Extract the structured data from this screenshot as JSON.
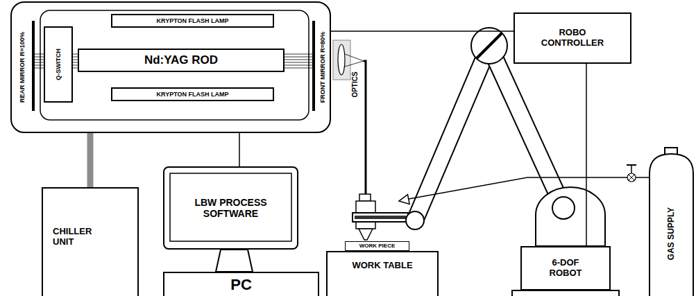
{
  "diagram": {
    "nodes": [
      {
        "text": [
          "REAR MIRROR R=100%",
          "FRONT MIRROR R=80%"
        ]
      },
      {
        "text": [
          "Q-SWITCH"
        ],
        "in": 0
      },
      {
        "text": [
          "KRYPTON FLASH LAMP"
        ],
        "in": 0
      },
      {
        "text": [
          "Nd:YAG ROD"
        ],
        "in": 0
      },
      {
        "text": [
          "KRYPTON FLASH LAMP"
        ],
        "in": 0
      },
      {
        "text": [
          "ROBO CONTROLLER"
        ]
      },
      {
        "text": [
          "CHILLER UNIT"
        ]
      },
      {
        "text": [
          "LBW PROCESS SOFTWARE"
        ]
      },
      {
        "text": [
          "PC"
        ]
      },
      {
        "text": [
          "WORK PIECE"
        ]
      },
      {
        "text": [
          "WORK TABLE"
        ]
      },
      {
        "text": [
          "6-DOF ROBOT"
        ]
      },
      {
        "text": [
          "GAS SUPPLY"
        ]
      }
    ],
    "edges": [
      {
        "from": 0,
        "to": 5,
        "arrow": "none"
      },
      {
        "from": 0,
        "to": 6,
        "arrow": "none"
      },
      {
        "from": 0,
        "to": 7,
        "arrow": "none"
      },
      {
        "from": 5,
        "to": 11,
        "arrow": "none"
      }
    ],
    "labels": [
      "OPTICS"
    ]
  }
}
